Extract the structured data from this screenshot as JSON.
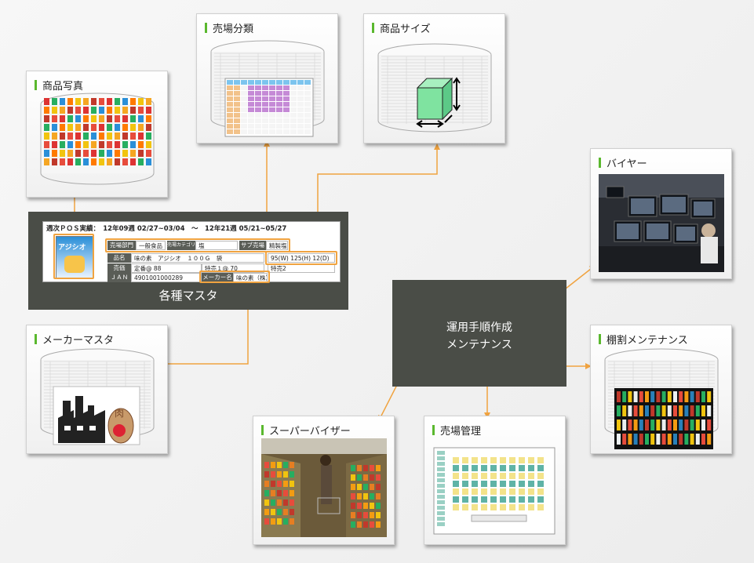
{
  "colors": {
    "arrow": "#f0a340",
    "accent_bar": "#5ab82e",
    "dark_box": "#4a4d47"
  },
  "cards": {
    "photo": {
      "title": "商品写真"
    },
    "category": {
      "title": "売場分類"
    },
    "size": {
      "title": "商品サイズ"
    },
    "buyer": {
      "title": "バイヤー"
    },
    "maker": {
      "title": "メーカーマスタ"
    },
    "shelf": {
      "title": "棚割メンテナンス"
    },
    "supervisor": {
      "title": "スーパーバイザー"
    },
    "floor": {
      "title": "売場管理"
    }
  },
  "master": {
    "label": "各種マスタ",
    "pos_title": "週次ＰＯＳ実績：　12年09週 02/27~03/04　〜　12年21週 05/21~05/27",
    "product_image_text": "アジシオ",
    "fields": {
      "dept_h": "売場部門",
      "dept_v": "一般食品",
      "cat_h": "売場カテゴリ",
      "cat_v": "塩",
      "sub_h": "サブ売場",
      "sub_v": "精製塩",
      "name_h": "品名",
      "name_v": "味の素　アジシオ　１００Ｇ　袋",
      "size_v": "95(W) 125(H) 12(D)",
      "price_h": "売価",
      "price_v": "定番@ 88",
      "special1_v": "特売１@ 70",
      "special2_v": "特売2",
      "jan_h": "ＪＡＮ",
      "jan_v": "4901001000289",
      "maker_h": "メーカー名",
      "maker_v": "味の素（株）"
    }
  },
  "ops": {
    "line1": "運用手順作成",
    "line2": "メンテナンス"
  }
}
